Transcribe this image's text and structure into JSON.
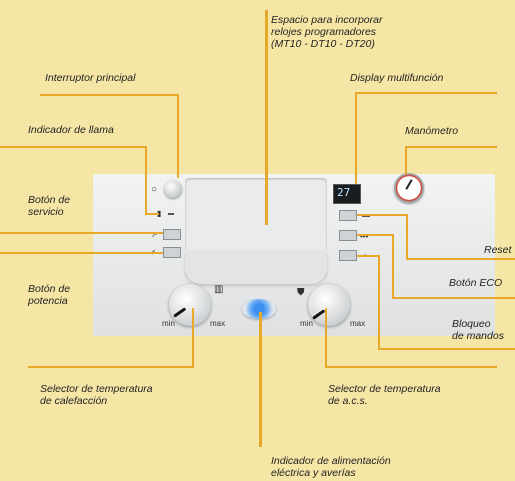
{
  "labels": {
    "espacio": [
      "Espacio para incorporar",
      "relojes programadores",
      "(MT10 - DT10 - DT20)"
    ],
    "interruptor": "Interruptor principal",
    "display": "Display multifunción",
    "indicador_llama": "Indicador de llama",
    "manometro": "Manómetro",
    "boton_servicio": [
      "Botón de",
      "servicio"
    ],
    "reset": "Reset",
    "boton_potencia": [
      "Botón de",
      "potencia"
    ],
    "boton_eco": "Botón ECO",
    "bloqueo": [
      "Bloqueo",
      "de mandos"
    ],
    "selector_calefaccion": [
      "Selector de temperatura",
      "de calefacción"
    ],
    "selector_acs": [
      "Selector de temperatura",
      "de a.c.s."
    ],
    "indicador_alimentacion": [
      "Indicador de alimentación",
      "eléctrica y averías"
    ]
  },
  "panel": {
    "display_value": "27",
    "knob_left_min": "min",
    "knob_left_max": "max",
    "knob_right_min": "min",
    "knob_right_max": "max"
  },
  "colors": {
    "background": "#f6e6a6",
    "leader_line": "#e8a82a",
    "power_indicator": "#3e8ff2"
  }
}
